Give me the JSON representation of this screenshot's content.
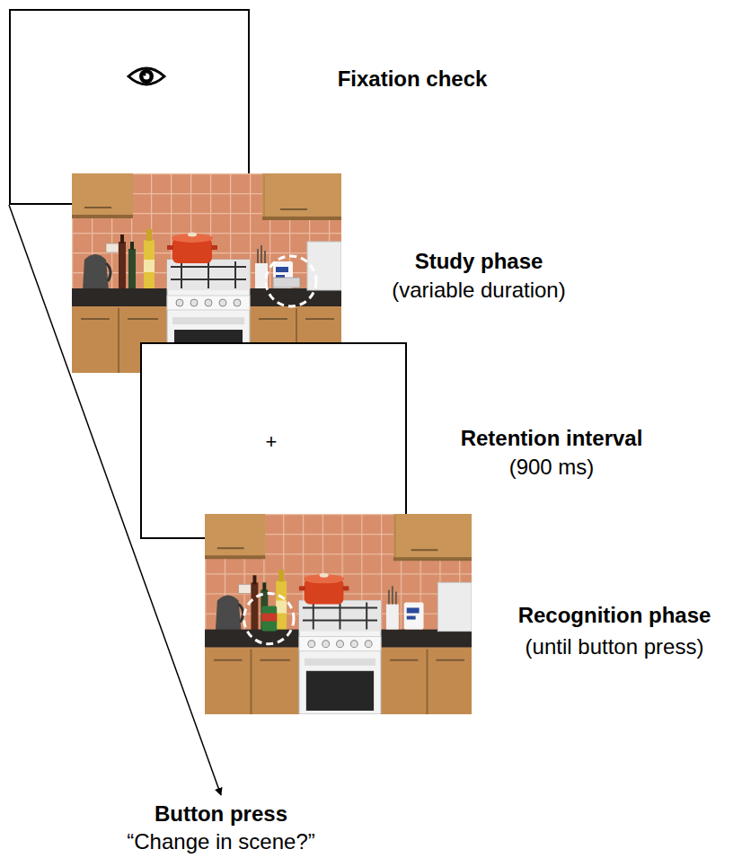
{
  "diagram": {
    "nodes": [
      {
        "text": [
          "Fixation check"
        ]
      },
      {
        "text": [
          "Study phase",
          "(variable duration)"
        ]
      },
      {
        "text": [
          "+",
          "Retention interval",
          "(900 ms)"
        ]
      },
      {
        "text": [
          "Recognition phase",
          "(until button press)"
        ]
      },
      {
        "text": [
          "Button press",
          "“Change in scene?”"
        ]
      }
    ],
    "edges": [
      {
        "from": 0,
        "to": 4,
        "arrow": "to"
      }
    ]
  }
}
